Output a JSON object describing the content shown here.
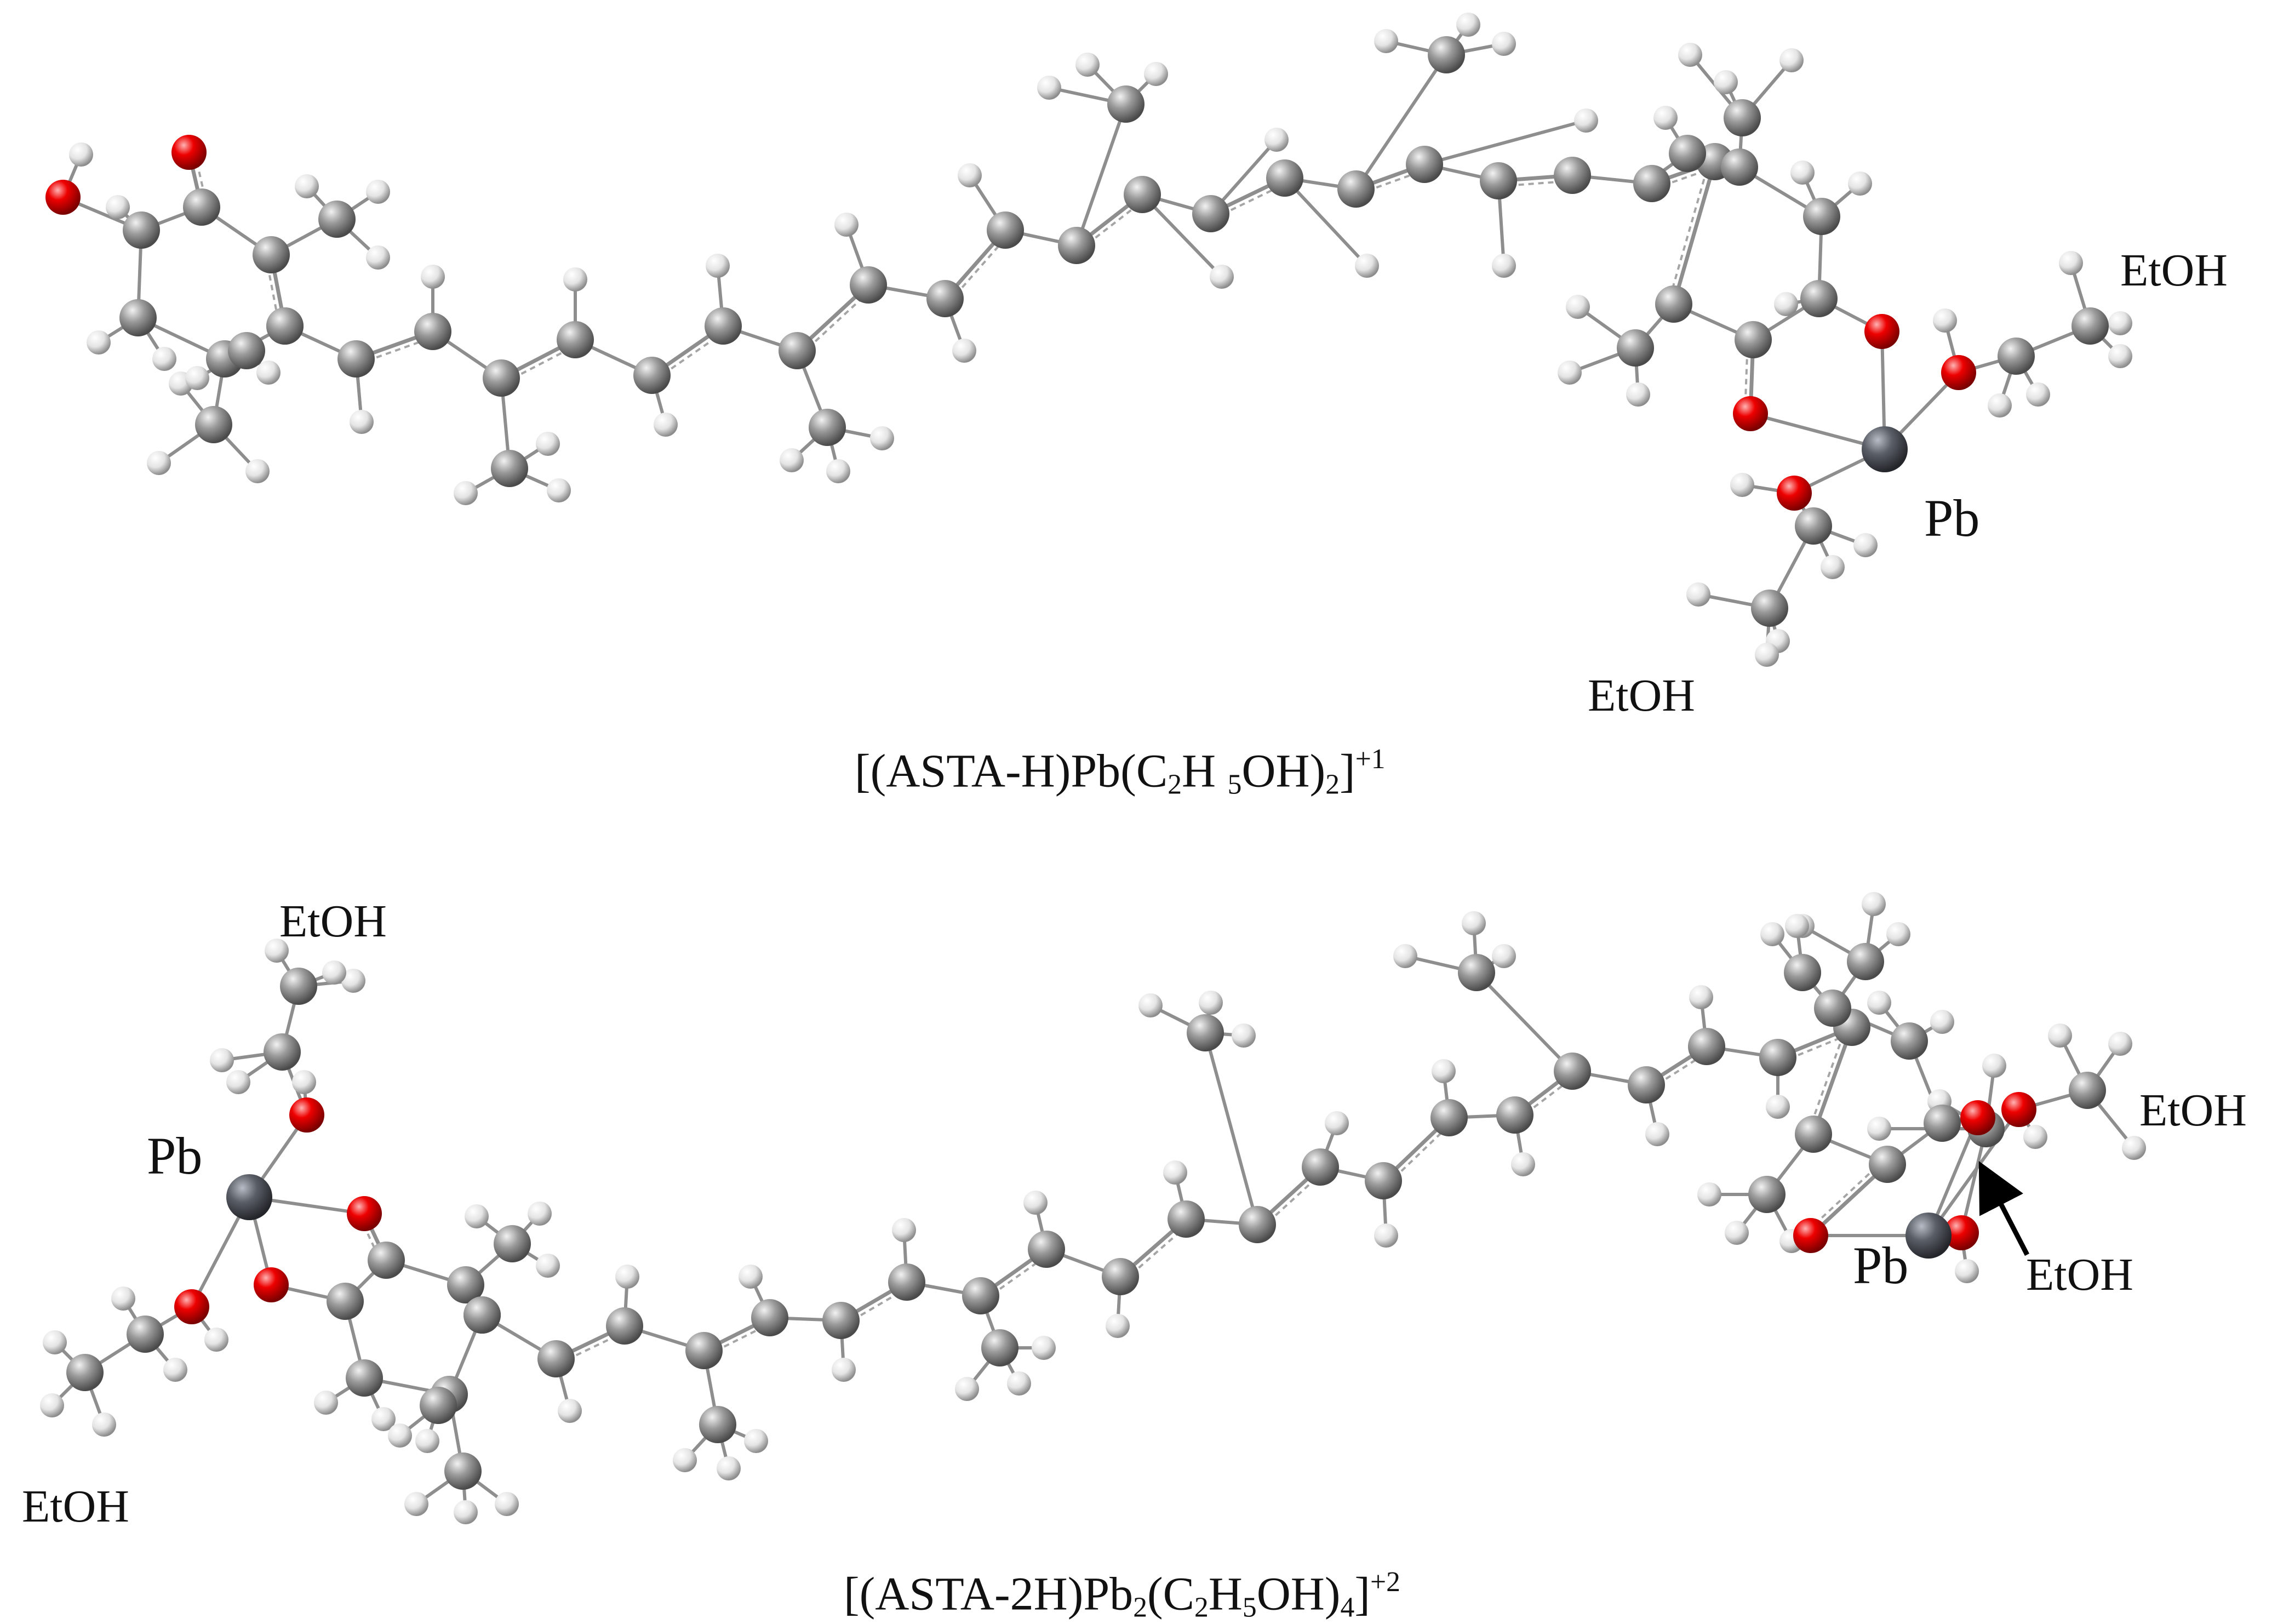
{
  "top": {
    "caption": {
      "prefix": "[(ASTA-H)Pb(C",
      "s1": "2",
      "mid": "H ",
      "s2": "5",
      "mid2": "OH)",
      "s3": "2",
      "close": "]",
      "charge": "+1"
    },
    "labels": {
      "etoh_right": "EtOH",
      "etoh_bottom": "EtOH",
      "pb": "Pb"
    }
  },
  "bottom": {
    "caption": {
      "prefix": "[(ASTA-2H)Pb",
      "s1": "2",
      "mid": "(C",
      "s2": "2",
      "mid2": "H",
      "s3": "5",
      "mid3": "OH)",
      "s4": "4",
      "close": "]",
      "charge": "+2"
    },
    "labels": {
      "etoh_left_top": "EtOH",
      "etoh_left_bottom": "EtOH",
      "etoh_right": "EtOH",
      "etoh_arrow": "EtOH",
      "pb_left": "Pb",
      "pb_right": "Pb"
    }
  },
  "atom_colors": {
    "C": "#8a8a8a",
    "O": "#e00000",
    "H": "#e6e6e6",
    "Pb": "#5a5e66"
  },
  "icons": [
    "arrow-icon"
  ]
}
